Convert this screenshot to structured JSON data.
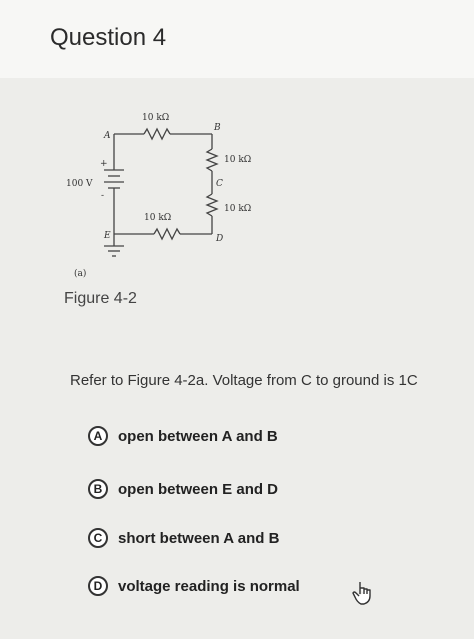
{
  "question": {
    "title": "Question 4"
  },
  "figure": {
    "caption": "Figure 4-2",
    "sub_label": "(a)",
    "labels": {
      "r_top": "10 kΩ",
      "r_right1": "10 kΩ",
      "r_right2": "10 kΩ",
      "r_bottom": "10 kΩ",
      "source": "100 V",
      "node_a": "A",
      "node_b": "B",
      "node_c": "C",
      "node_d": "D",
      "node_e": "E",
      "plus": "+",
      "minus": "-"
    }
  },
  "prompt": {
    "text": "Refer to Figure 4-2a. Voltage from C to ground is 1C"
  },
  "options": [
    {
      "letter": "A",
      "text": "open between A and B"
    },
    {
      "letter": "B",
      "text": "open between E and D"
    },
    {
      "letter": "C",
      "text": "short between A and B"
    },
    {
      "letter": "D",
      "text": "voltage reading is normal"
    }
  ]
}
